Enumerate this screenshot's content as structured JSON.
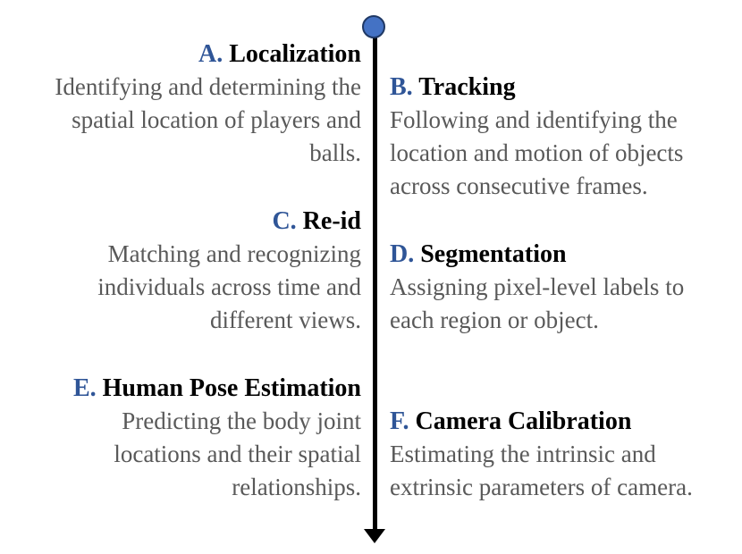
{
  "colors": {
    "letter": "#2f5597",
    "title": "#000000",
    "description": "#595959",
    "line": "#000000",
    "start_marker": "#4472c4"
  },
  "items": [
    {
      "letter": "A.",
      "title": "Localization",
      "lines": [
        "Identifying and determining the",
        "spatial location of players and",
        "balls."
      ]
    },
    {
      "letter": "B.",
      "title": "Tracking",
      "lines": [
        "Following and identifying the",
        "location and motion of objects",
        "across consecutive frames."
      ]
    },
    {
      "letter": "C.",
      "title": "Re-id",
      "lines": [
        "Matching and recognizing",
        "individuals across time and",
        "different views."
      ]
    },
    {
      "letter": "D.",
      "title": "Segmentation",
      "lines": [
        "Assigning pixel-level labels to",
        "each region or object."
      ]
    },
    {
      "letter": "E.",
      "title": "Human Pose Estimation",
      "lines": [
        "Predicting the body joint",
        "locations and their spatial",
        "relationships."
      ]
    },
    {
      "letter": "F.",
      "title": "Camera Calibration",
      "lines": [
        "Estimating the intrinsic and",
        "extrinsic parameters of camera."
      ]
    }
  ]
}
